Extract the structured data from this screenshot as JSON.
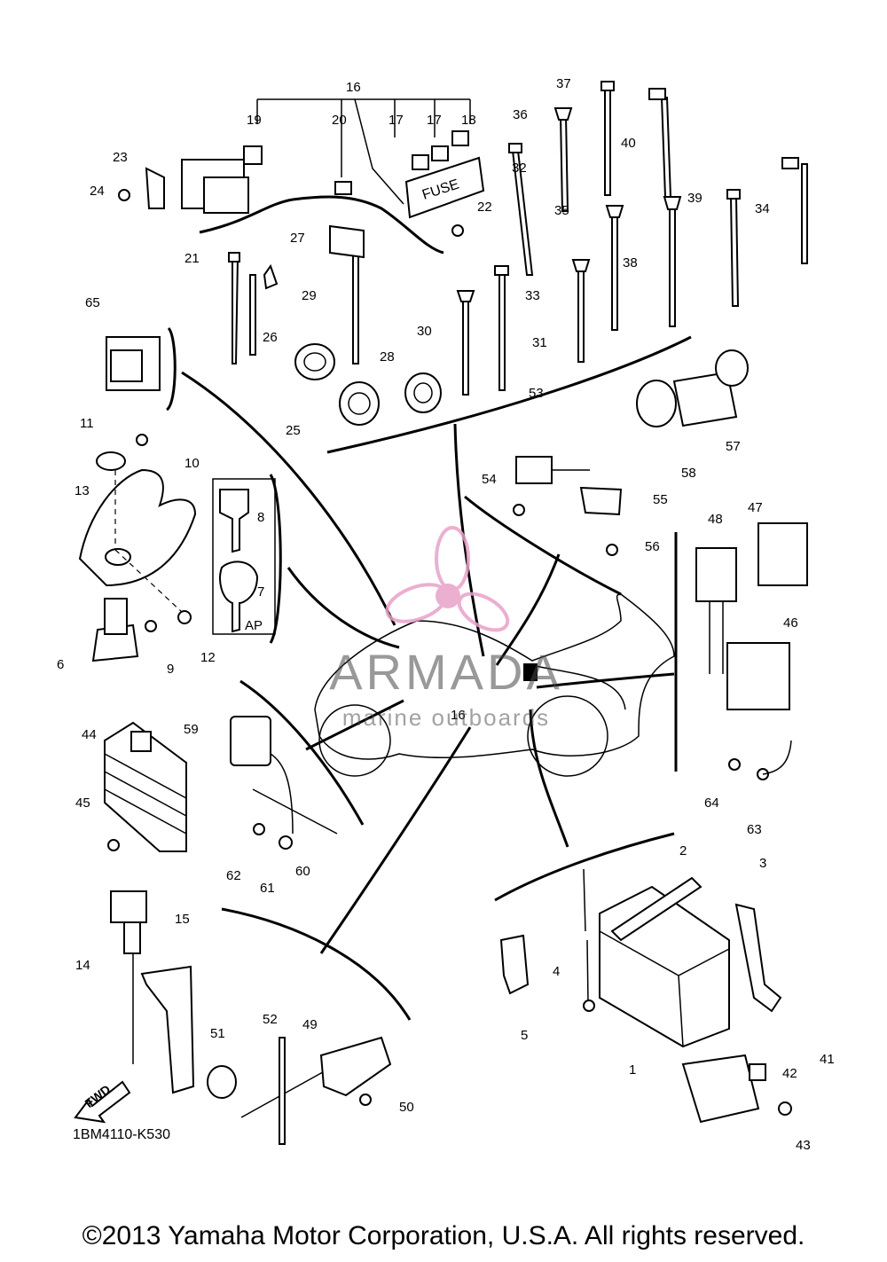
{
  "diagram": {
    "code": "1BM4110-K530",
    "fwd_label": "FWD",
    "fuse_label": "FUSE",
    "ap_label": "AP",
    "copyright": "©2013 Yamaha Motor Corporation, U.S.A. All rights reserved.",
    "watermark": {
      "name": "ARMADA",
      "subtitle": "marine outboards",
      "color": "#e8a2c8"
    },
    "callouts": [
      "1",
      "2",
      "3",
      "4",
      "5",
      "6",
      "7",
      "8",
      "9",
      "10",
      "11",
      "12",
      "13",
      "14",
      "15",
      "16",
      "16",
      "17",
      "17",
      "18",
      "19",
      "20",
      "21",
      "22",
      "23",
      "24",
      "25",
      "26",
      "27",
      "28",
      "29",
      "30",
      "31",
      "32",
      "33",
      "34",
      "35",
      "36",
      "37",
      "38",
      "39",
      "40",
      "41",
      "42",
      "43",
      "44",
      "45",
      "46",
      "47",
      "48",
      "49",
      "50",
      "51",
      "52",
      "53",
      "54",
      "55",
      "56",
      "57",
      "58",
      "59",
      "60",
      "61",
      "62",
      "63",
      "64",
      "65"
    ]
  }
}
